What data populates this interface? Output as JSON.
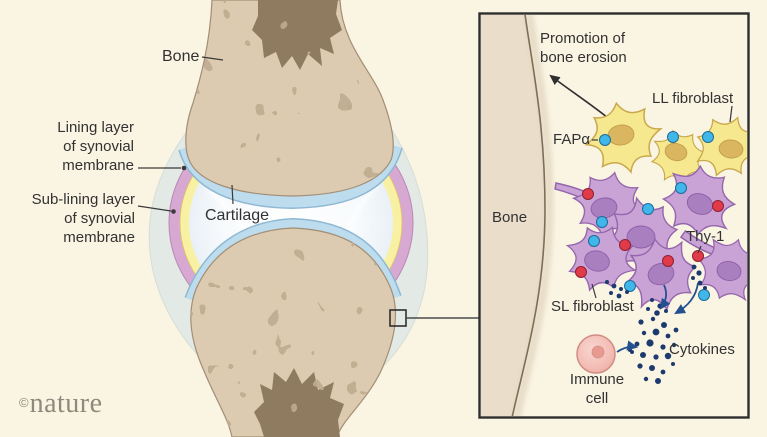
{
  "figure": {
    "type": "anatomical-diagram",
    "subject": "Synovial joint with inset of fibroblast-mediated bone erosion"
  },
  "joint": {
    "bone_label": "Bone",
    "lining_label": {
      "l1": "Lining layer",
      "l2": "of synovial",
      "l3": "membrane"
    },
    "sublining_label": {
      "l1": "Sub-lining layer",
      "l2": "of synovial",
      "l3": "membrane"
    },
    "cartilage_label": "Cartilage"
  },
  "inset": {
    "promotion_label": {
      "l1": "Promotion of",
      "l2": "bone erosion"
    },
    "ll_fibroblast_label": "LL fibroblast",
    "fapa_label": "FAPα",
    "bone_label": "Bone",
    "thy1_label": "Thy-1",
    "sl_fibroblast_label": "SL fibroblast",
    "cytokines_label": "Cytokines",
    "immune_label": {
      "l1": "Immune",
      "l2": "cell"
    }
  },
  "watermark": {
    "copyright": "©",
    "name": "nature"
  },
  "colors": {
    "background": "#faf4e3",
    "text": "#323232",
    "nature_logo": "#8d897c",
    "capsule": "#e3e9e4",
    "sublining_pink": "#d7a9d2",
    "lining_yellow": "#f8f1a3",
    "cartilage_blue": "#bddcee",
    "cartilage_edge": "#8fb8d2",
    "bone_fill": "#dccbb1",
    "bone_texture": "#bfab8e",
    "bone_texture_dark": "#b3a084",
    "bone_marrow": "#8e7b60",
    "bone_outline": "#a28e74",
    "inset_border": "#2e2e2e",
    "inset_bone": "#eadeca",
    "inset_bone_edge": "#7d6e5a",
    "ll_cell": "#f6e88f",
    "ll_cell_outline": "#c9a84c",
    "ll_nucleus": "#d9b65f",
    "sl_cell": "#c9a2d6",
    "sl_cell_outline": "#9466ab",
    "sl_nucleus": "#aa7fc0",
    "fapa_marker": "#41b7e9",
    "fapa_marker_outline": "#1b6b9c",
    "thy1_marker": "#e13b49",
    "thy1_marker_outline": "#8e2030",
    "cytokine": "#1d3a6e",
    "arrow_navy": "#24508f",
    "arrow_black": "#2f2f2f",
    "leader_line": "#3a3a3a",
    "immune_body": "#f3bcb4",
    "immune_border": "#cf8d85",
    "immune_nucleus": "#e69a90"
  }
}
